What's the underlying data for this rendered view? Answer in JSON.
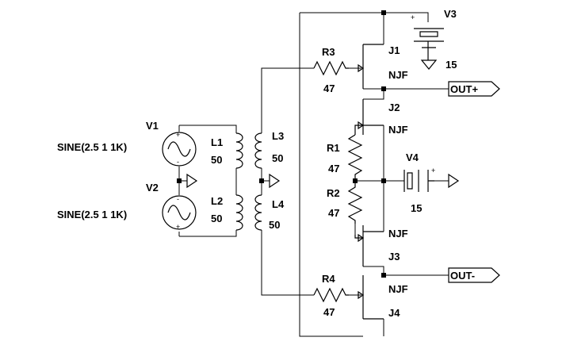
{
  "components": {
    "v1": {
      "name": "V1",
      "value": "SINE(2.5 1 1K)"
    },
    "v2": {
      "name": "V2",
      "value": "SINE(2.5 1 1K)"
    },
    "l1": {
      "name": "L1",
      "value": "50"
    },
    "l2": {
      "name": "L2",
      "value": "50"
    },
    "l3": {
      "name": "L3",
      "value": "50"
    },
    "l4": {
      "name": "L4",
      "value": "50"
    },
    "r1": {
      "name": "R1",
      "value": "47"
    },
    "r2": {
      "name": "R2",
      "value": "47"
    },
    "r3": {
      "name": "R3",
      "value": "47"
    },
    "r4": {
      "name": "R4",
      "value": "47"
    },
    "j1": {
      "name": "J1",
      "model": "NJF"
    },
    "j2": {
      "name": "J2",
      "model": "NJF"
    },
    "j3": {
      "name": "J3",
      "model": "NJF"
    },
    "j4": {
      "name": "J4",
      "model": "NJF"
    },
    "v3": {
      "name": "V3",
      "value": "15",
      "plus": "+"
    },
    "v4": {
      "name": "V4",
      "value": "15",
      "plus": "+"
    }
  },
  "ports": {
    "out_plus": "OUT+",
    "out_minus": "OUT-"
  },
  "source_polarity": {
    "plus": "+",
    "minus": "-"
  }
}
